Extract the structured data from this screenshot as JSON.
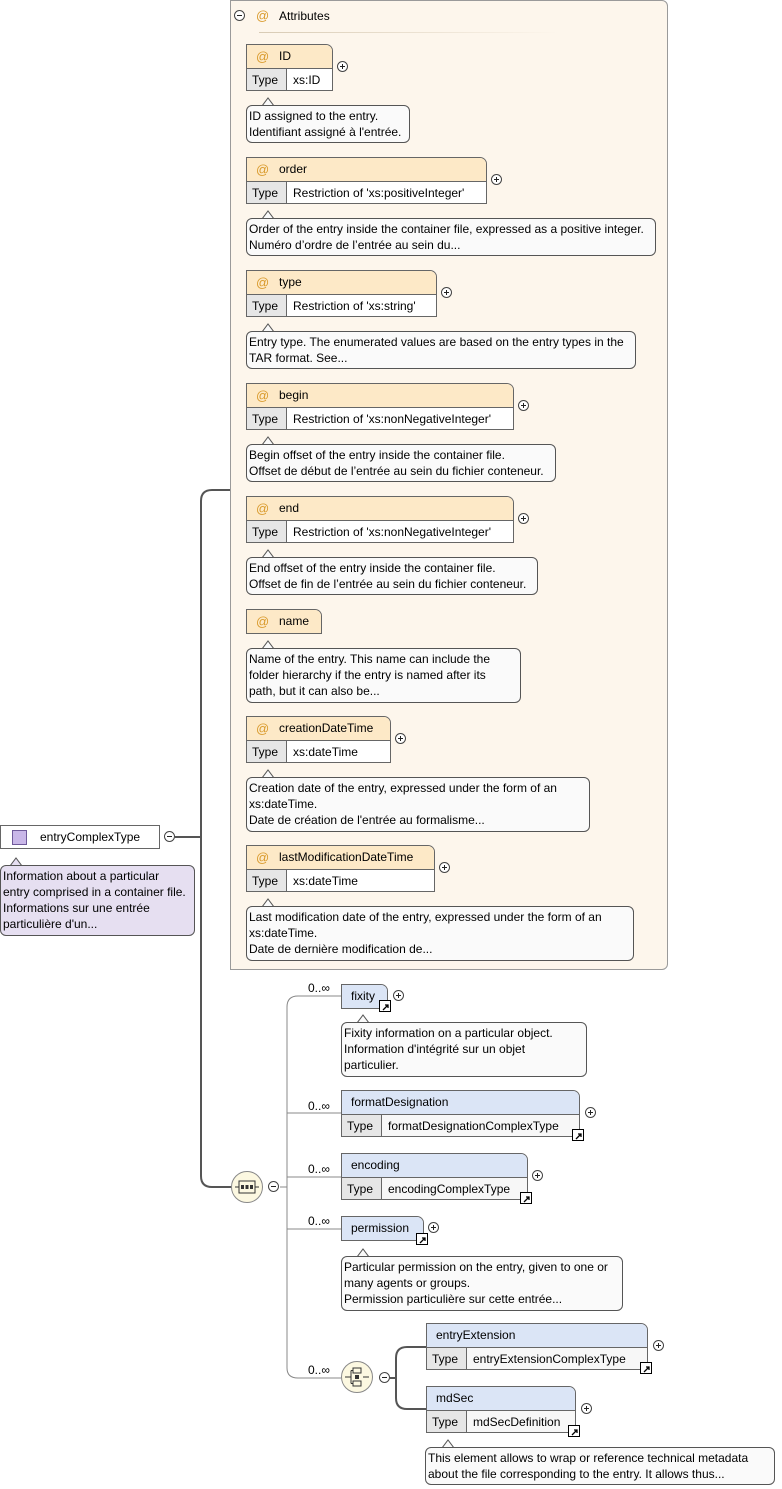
{
  "root": {
    "name": "entryComplexType",
    "note": [
      "Information about a particular",
      "entry comprised in a container file.",
      "Informations sur une entrée",
      "particulière d'un..."
    ]
  },
  "attributes_panel": {
    "title": "Attributes",
    "items": [
      {
        "name": "ID",
        "type_label": "Type",
        "type": "xs:ID",
        "note": [
          "ID assigned to the entry.",
          "Identifiant assigné à l'entrée."
        ]
      },
      {
        "name": "order",
        "type_label": "Type",
        "type": "Restriction of 'xs:positiveInteger'",
        "note": [
          "Order of the entry inside the container file, expressed as a positive integer.",
          "Numéro d’ordre de l’entrée au sein du..."
        ]
      },
      {
        "name": "type",
        "type_label": "Type",
        "type": "Restriction of 'xs:string'",
        "note": [
          "Entry type. The enumerated values are based on the entry types in the",
          "TAR format. See..."
        ]
      },
      {
        "name": "begin",
        "type_label": "Type",
        "type": "Restriction of 'xs:nonNegativeInteger'",
        "note": [
          "Begin offset of the entry inside the container file.",
          "Offset de début de l’entrée au sein du fichier conteneur."
        ]
      },
      {
        "name": "end",
        "type_label": "Type",
        "type": "Restriction of 'xs:nonNegativeInteger'",
        "note": [
          "End offset of the entry inside the container file.",
          "Offset de fin de l’entrée au sein du fichier conteneur."
        ]
      },
      {
        "name": "name",
        "note": [
          "Name of the entry. This name can include the",
          "folder hierarchy if the entry is named after its",
          "path, but it can also be..."
        ]
      },
      {
        "name": "creationDateTime",
        "type_label": "Type",
        "type": "xs:dateTime",
        "note": [
          "Creation date of the entry, expressed under the form of an",
          "xs:dateTime.",
          "Date de création de l'entrée au formalisme..."
        ]
      },
      {
        "name": "lastModificationDateTime",
        "type_label": "Type",
        "type": "xs:dateTime",
        "note": [
          "Last modification date of the entry, expressed under the form of an",
          "xs:dateTime.",
          "Date de dernière modification de..."
        ]
      }
    ]
  },
  "elements": [
    {
      "name": "fixity",
      "occurs": "0..∞",
      "note": [
        "Fixity information on a particular object.",
        "Information d'intégrité sur un objet",
        "particulier."
      ]
    },
    {
      "name": "formatDesignation",
      "occurs": "0..∞",
      "type_label": "Type",
      "type": "formatDesignationComplexType"
    },
    {
      "name": "encoding",
      "occurs": "0..∞",
      "type_label": "Type",
      "type": "encodingComplexType"
    },
    {
      "name": "permission",
      "occurs": "0..∞",
      "note": [
        "Particular permission on the entry, given to one or",
        "many agents or groups.",
        "Permission particulière sur cette entrée..."
      ]
    }
  ],
  "choice_group": {
    "occurs": "0..∞",
    "items": [
      {
        "name": "entryExtension",
        "type_label": "Type",
        "type": "entryExtensionComplexType"
      },
      {
        "name": "mdSec",
        "type_label": "Type",
        "type": "mdSecDefinition",
        "note": [
          "This element allows to wrap or reference technical metadata",
          "about the file corresponding to the entry. It allows thus..."
        ]
      }
    ]
  },
  "colors": {
    "attribute_header": "#fde9c7",
    "element_header": "#dbe5f6",
    "panel_background": "#fdf6ec",
    "root_note": "#e6dff1",
    "compositor": "#fcf8e1"
  },
  "icons": [
    "collapse-icon",
    "expand-icon",
    "at-sign-icon",
    "link-arrow-icon",
    "sequence-compositor-icon",
    "choice-compositor-icon",
    "complex-type-icon"
  ]
}
